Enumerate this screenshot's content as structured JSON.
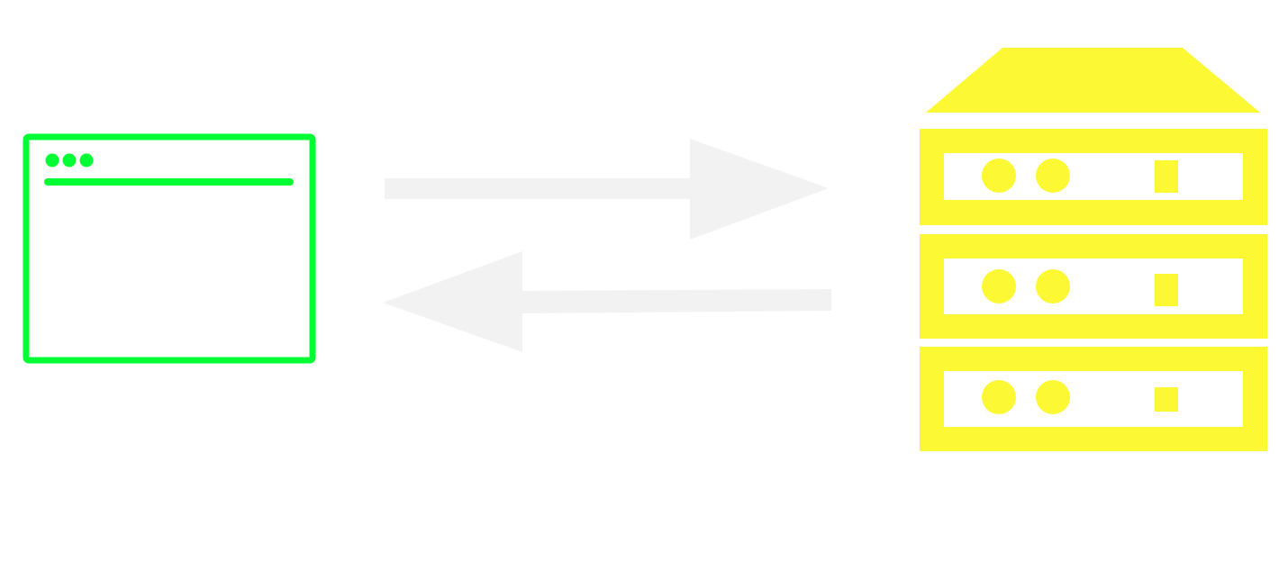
{
  "diagram": {
    "nodes": [
      {
        "id": "browser",
        "icon": "browser-window-icon",
        "color": "#00ff33"
      },
      {
        "id": "server",
        "icon": "server-rack-icon",
        "color": "#fcf834",
        "units": 3
      }
    ],
    "edges": [
      {
        "from": "browser",
        "to": "server",
        "icon": "arrow-right-icon",
        "color": "#f2f2f2"
      },
      {
        "from": "server",
        "to": "browser",
        "icon": "arrow-left-icon",
        "color": "#f2f2f2"
      }
    ]
  }
}
